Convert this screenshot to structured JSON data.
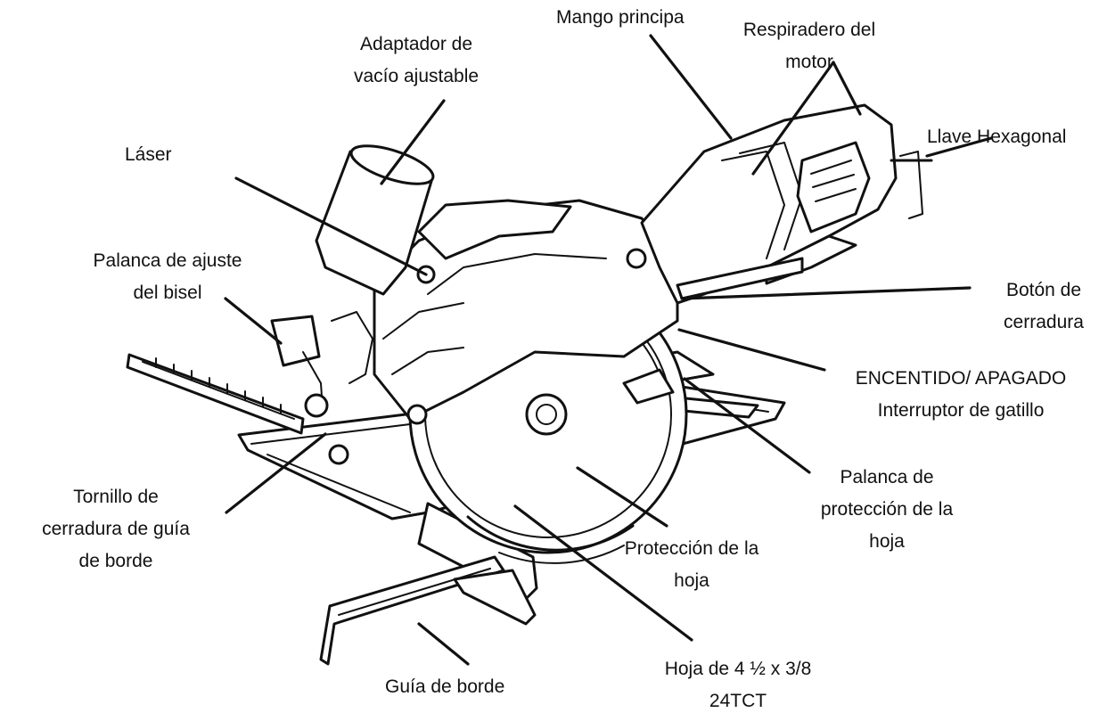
{
  "labels": {
    "adaptador": [
      "Adaptador de",
      "vacío ajustable"
    ],
    "mango": "Mango principa",
    "respiradero": [
      "Respiradero del",
      "motor"
    ],
    "llave": "Llave Hexagonal",
    "laser": "Láser",
    "palanca_bisel": [
      "Palanca de ajuste",
      "del bisel"
    ],
    "boton": [
      "Botón de",
      "cerradura"
    ],
    "encendido": [
      "ENCENTIDO/ APAGADO",
      "Interruptor de gatillo"
    ],
    "tornillo": [
      "Tornillo de",
      "cerradura de guía",
      "de borde"
    ],
    "palanca_proteccion": [
      "Palanca de",
      "protección de la",
      "hoja"
    ],
    "proteccion": [
      "Protección de la",
      "hoja"
    ],
    "hoja": [
      "Hoja de 4 ½ x 3/8",
      "24TCT"
    ],
    "guia": "Guía de borde"
  }
}
